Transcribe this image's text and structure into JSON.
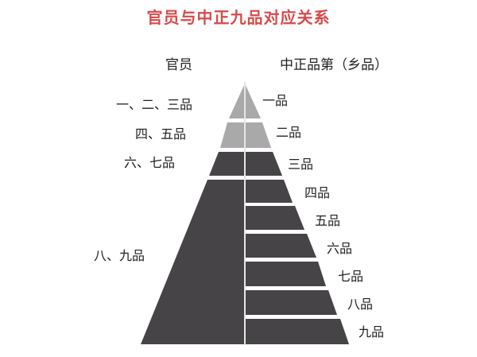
{
  "title": "官员与中正九品对应关系",
  "colors": {
    "title": "#d84a4a",
    "light_layer": "#a9a9a9",
    "dark_layer": "#464446",
    "divider": "#e6e6e6"
  },
  "headers": {
    "left": "官员",
    "right": "中正品第（乡品）"
  },
  "official_ranks": [
    {
      "label": "一、二、三品",
      "maps_to": [
        "一品"
      ]
    },
    {
      "label": "四、五品",
      "maps_to": [
        "二品"
      ]
    },
    {
      "label": "六、七品",
      "maps_to": [
        "三品"
      ]
    },
    {
      "label": "八、九品",
      "maps_to": [
        "四品",
        "五品",
        "六品",
        "七品",
        "八品",
        "九品"
      ]
    }
  ],
  "zhongzheng_ranks": [
    {
      "label": "一品"
    },
    {
      "label": "二品"
    },
    {
      "label": "三品"
    },
    {
      "label": "四品"
    },
    {
      "label": "五品"
    },
    {
      "label": "六品"
    },
    {
      "label": "七品"
    },
    {
      "label": "八品"
    },
    {
      "label": "九品"
    }
  ]
}
